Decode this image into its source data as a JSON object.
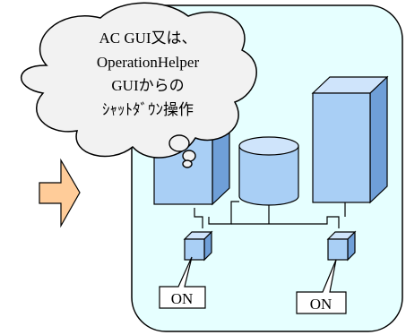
{
  "cloud": {
    "lines": [
      "AC GUI又は、",
      "OperationHelper",
      "GUIからの",
      "ｼｬｯﾄﾀﾞｳﾝ操作"
    ]
  },
  "switch_labels": {
    "left": "ON",
    "right": "ON"
  },
  "colors": {
    "panel_fill": "#e6ffff",
    "device_fill": "#a9cff5",
    "device_side": "#6f9fd8",
    "device_top": "#cfe4fb",
    "arrow_fill": "#ffcc99",
    "cloud_fill": "#f2f2f2"
  }
}
